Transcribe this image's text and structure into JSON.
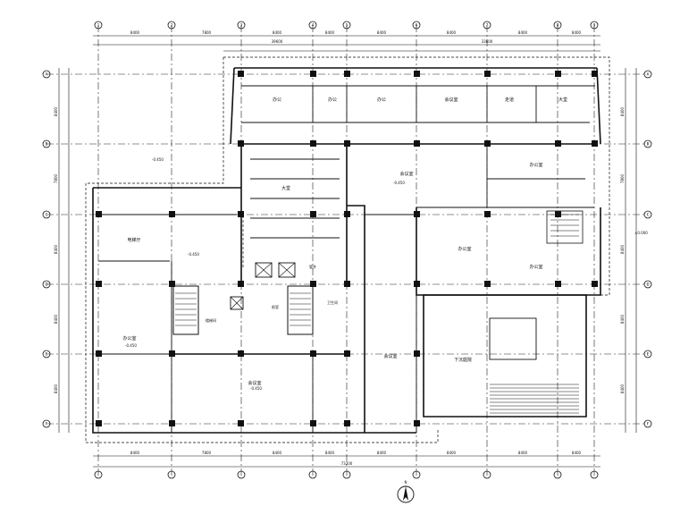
{
  "drawing": {
    "north_label": "N",
    "axis_top": [
      "1",
      "2",
      "3",
      "4",
      "5",
      "6",
      "7",
      "8",
      "9"
    ],
    "axis_left": [
      "A",
      "B",
      "C",
      "D",
      "E",
      "F"
    ],
    "axis_right": [
      "A",
      "B",
      "C",
      "D",
      "E",
      "F"
    ],
    "top_dims_row1": [
      "8400",
      "7800",
      "8400",
      "8400",
      "8400",
      "8400",
      "8400",
      "8400"
    ],
    "top_dims_row2": [
      "39600",
      "33600"
    ],
    "bottom_dims_row1": [
      "8400",
      "7800",
      "8400",
      "8400",
      "8400",
      "8400",
      "8400",
      "8400"
    ],
    "bottom_dims_row2": [
      "73200"
    ],
    "left_dims": [
      "8400",
      "7800",
      "8400",
      "8400",
      "8400"
    ],
    "right_dims": [
      "8400",
      "7800",
      "8400",
      "8400",
      "8400"
    ],
    "room_labels": [
      "办公",
      "办公",
      "办公",
      "会议室",
      "走道",
      "大堂",
      "楼梯间",
      "前室",
      "电梯厅",
      "办公室",
      "办公室",
      "办公室",
      "会议室",
      "卫生间",
      "管井",
      "下沉庭院"
    ],
    "elevation_marks": [
      "-0.450",
      "-0.450",
      "-0.450",
      "±0.000",
      "-0.450",
      "-0.450"
    ]
  }
}
